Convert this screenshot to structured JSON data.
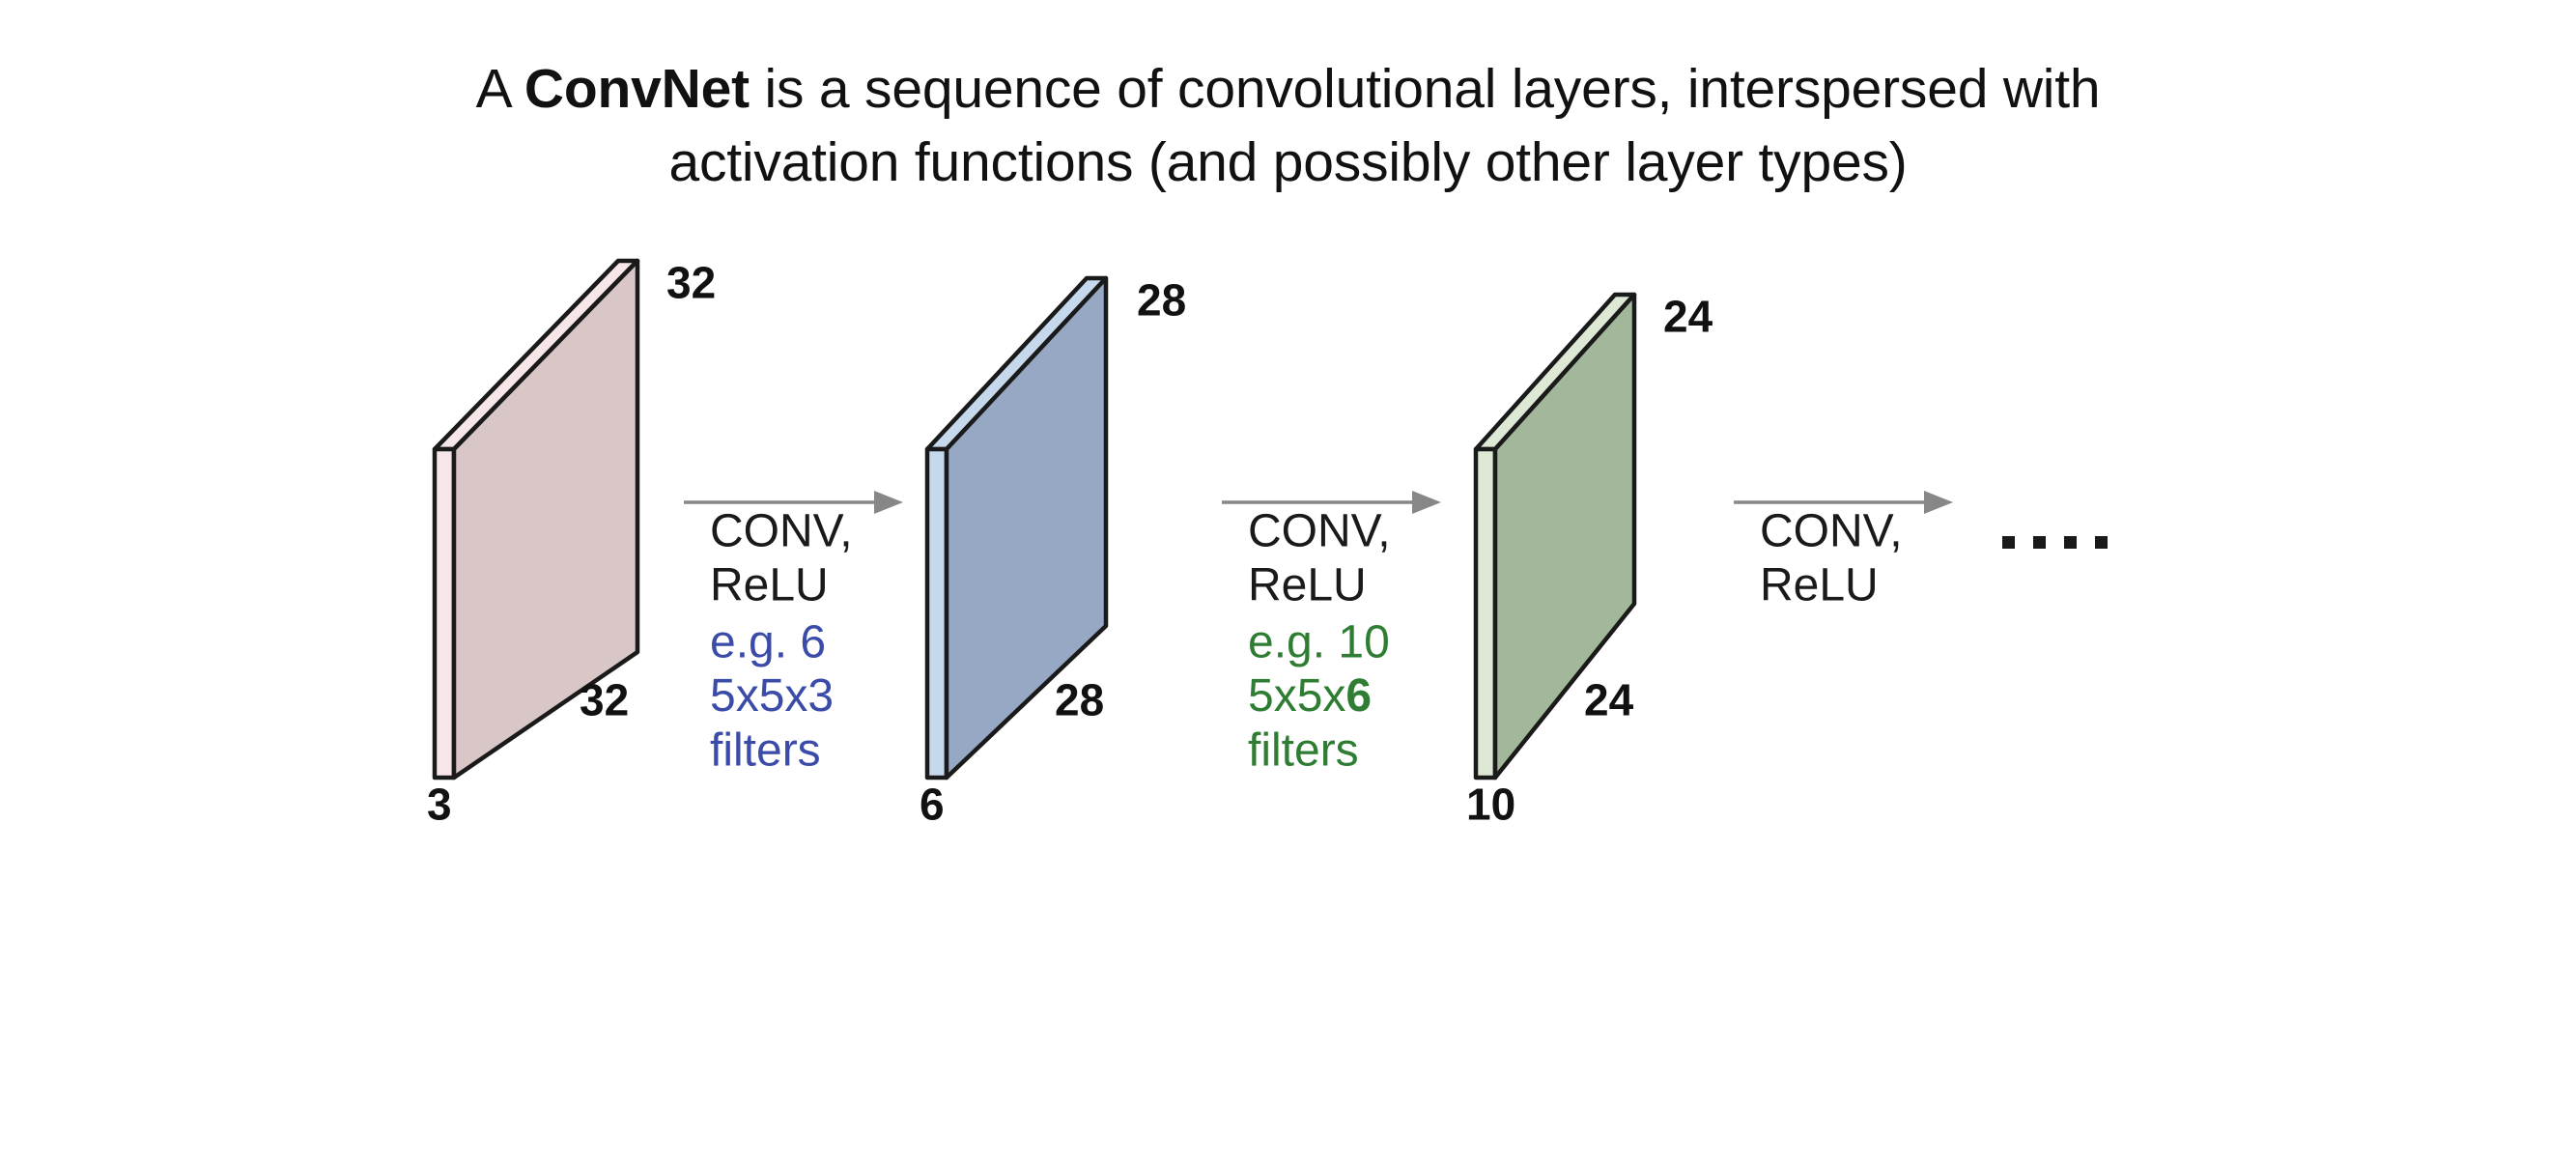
{
  "title": {
    "line1_pre": "A ",
    "line1_strong": "ConvNet",
    "line1_post": " is a sequence of convolutional layers, interspersed with",
    "line2": "activation functions (and possibly other layer types)"
  },
  "colors": {
    "background": "#ffffff",
    "text": "#111111",
    "arrow": "#878787",
    "edge": "#1a1a1a",
    "block1_front": "#d9c6c6",
    "block1_light": "#f6e6e8",
    "block2_front": "#97a8c4",
    "block2_light": "#c6d9ec",
    "block3_front": "#a3b89a",
    "block3_light": "#dde9d5",
    "filters_blue": "#3b4ba8",
    "filters_green": "#2e7d32"
  },
  "volumes": [
    {
      "id": "input-volume",
      "name": "input-volume",
      "height_label": "32",
      "width_label": "32",
      "depth_label": "3",
      "front_color": "#d9c6c6",
      "light_color": "#f6e6e8"
    },
    {
      "id": "conv1-volume",
      "name": "conv1-output-volume",
      "height_label": "28",
      "width_label": "28",
      "depth_label": "6",
      "front_color": "#97a8c4",
      "light_color": "#c6d9ec"
    },
    {
      "id": "conv2-volume",
      "name": "conv2-output-volume",
      "height_label": "24",
      "width_label": "24",
      "depth_label": "10",
      "front_color": "#a3b89a",
      "light_color": "#dde9d5"
    }
  ],
  "operations": [
    {
      "id": "conv1-op",
      "name": "conv-relu-op-1",
      "line1": "CONV,",
      "line2": "ReLU",
      "filter_line1": "e.g. 6",
      "filter_line2_pre": "5x5x",
      "filter_line2_bold": "3",
      "filter_line3": "filters",
      "filter_color": "#3b4ba8",
      "bold_channel": false
    },
    {
      "id": "conv2-op",
      "name": "conv-relu-op-2",
      "line1": "CONV,",
      "line2": "ReLU",
      "filter_line1": "e.g. 10",
      "filter_line2_pre": "5x5x",
      "filter_line2_bold": "6",
      "filter_line3": "filters",
      "filter_color": "#2e7d32",
      "bold_channel": true
    },
    {
      "id": "conv3-op",
      "name": "conv-relu-op-3",
      "line1": "CONV,",
      "line2": "ReLU",
      "filter_line1": "",
      "filter_line2_pre": "",
      "filter_line2_bold": "",
      "filter_line3": "",
      "filter_color": "#1a1a1a",
      "bold_channel": false
    }
  ],
  "continuation": {
    "name": "ellipsis",
    "label": "....",
    "dot_count": 4
  },
  "chart_data": {
    "type": "diagram",
    "title": "A ConvNet is a sequence of convolutional layers, interspersed with activation functions (and possibly other layer types)",
    "nodes": [
      {
        "label": "32x32x3",
        "height": 32,
        "width": 32,
        "depth": 3,
        "color": "#d9c6c6"
      },
      {
        "label": "28x28x6",
        "height": 28,
        "width": 28,
        "depth": 6,
        "color": "#97a8c4"
      },
      {
        "label": "24x24x10",
        "height": 24,
        "width": 24,
        "depth": 10,
        "color": "#a3b89a"
      }
    ],
    "edges": [
      {
        "from": "32x32x3",
        "to": "28x28x6",
        "op": "CONV, ReLU",
        "filters": "e.g. 6 5x5x3 filters"
      },
      {
        "from": "28x28x6",
        "to": "24x24x10",
        "op": "CONV, ReLU",
        "filters": "e.g. 10 5x5x6 filters"
      },
      {
        "from": "24x24x10",
        "to": "...",
        "op": "CONV, ReLU",
        "filters": ""
      }
    ]
  }
}
